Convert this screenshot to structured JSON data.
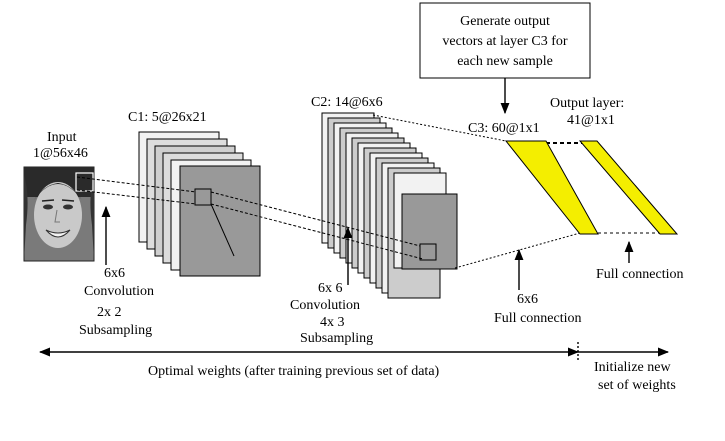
{
  "diagram": {
    "input_label": {
      "line1": "Input",
      "line2": "1@56x46"
    },
    "c1_label": "C1: 5@26x21",
    "c2_label": "C2: 14@6x6",
    "c3_label": "C3: 60@1x1",
    "output_label": {
      "line1": "Output layer:",
      "line2": "41@1x1"
    },
    "generate_box": {
      "line1": "Generate output",
      "line2": "vectors at layer C3 for",
      "line3": "each new sample"
    },
    "conv1": {
      "line1": "6x6",
      "line2": "Convolution",
      "line3": "2x 2",
      "line4": "Subsampling"
    },
    "conv2": {
      "line1": "6x 6",
      "line2": "Convolution",
      "line3": "4x 3",
      "line4": "Subsampling"
    },
    "full1": {
      "line1": "6x6",
      "line2": "Full connection"
    },
    "full2": "Full connection",
    "optimal_weights": "Optimal weights (after training previous set of data)",
    "initialize": {
      "line1": "Initialize new",
      "line2": "set of weights"
    }
  },
  "colors": {
    "output_stripes": "#f4ee00",
    "map_front": "#999999",
    "map_back": "#cccccc"
  }
}
